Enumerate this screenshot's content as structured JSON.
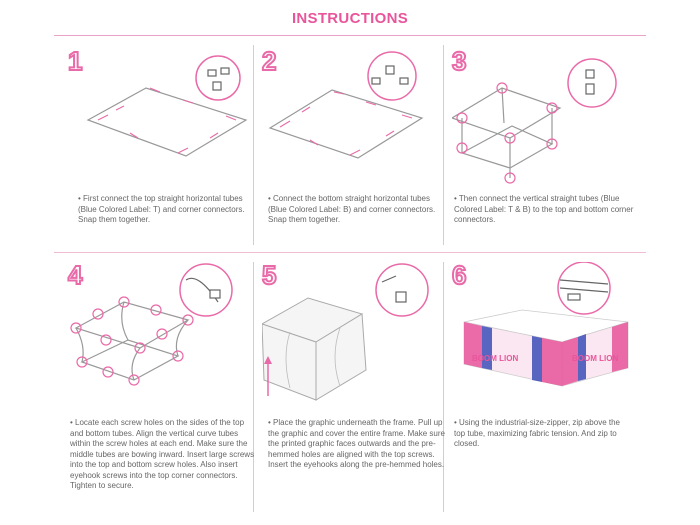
{
  "header": {
    "title": "INSTRUCTIONS"
  },
  "steps": [
    {
      "number": "1",
      "text": "First connect the top straight horizontal tubes (Blue Colored Label: T) and corner connectors. Snap them together."
    },
    {
      "number": "2",
      "text": "Connect the bottom straight horizontal tubes (Blue Colored Label: B) and corner connectors. Snap them together."
    },
    {
      "number": "3",
      "text": "Then connect the vertical straight tubes (Blue Colored Label: T & B) to the top and bottom corner connectors."
    },
    {
      "number": "4",
      "text": "Locate each screw holes on the sides of the top and bottom tubes. Align the vertical curve tubes within the screw holes at each end. Make sure the middle tubes are bowing inward. Insert large screws into the top and bottom screw holes. Also insert eyehook screws into the top corner connectors. Tighten to secure."
    },
    {
      "number": "5",
      "text": "Place the graphic underneath the frame. Pull up the graphic and cover the entire frame. Make sure the printed graphic faces outwards and the pre-hemmed holes are aligned with the top screws. Insert the eyehooks along the pre-hemmed holes."
    },
    {
      "number": "6",
      "text": "Using the industrial-size-zipper, zip above the top tube, maximizing fabric tension. And zip to closed."
    }
  ],
  "brand": {
    "name": "BOOM LION"
  },
  "colors": {
    "accent": "#e8559b",
    "line": "#9a9a9a",
    "pink_light": "#f0bcd6"
  }
}
